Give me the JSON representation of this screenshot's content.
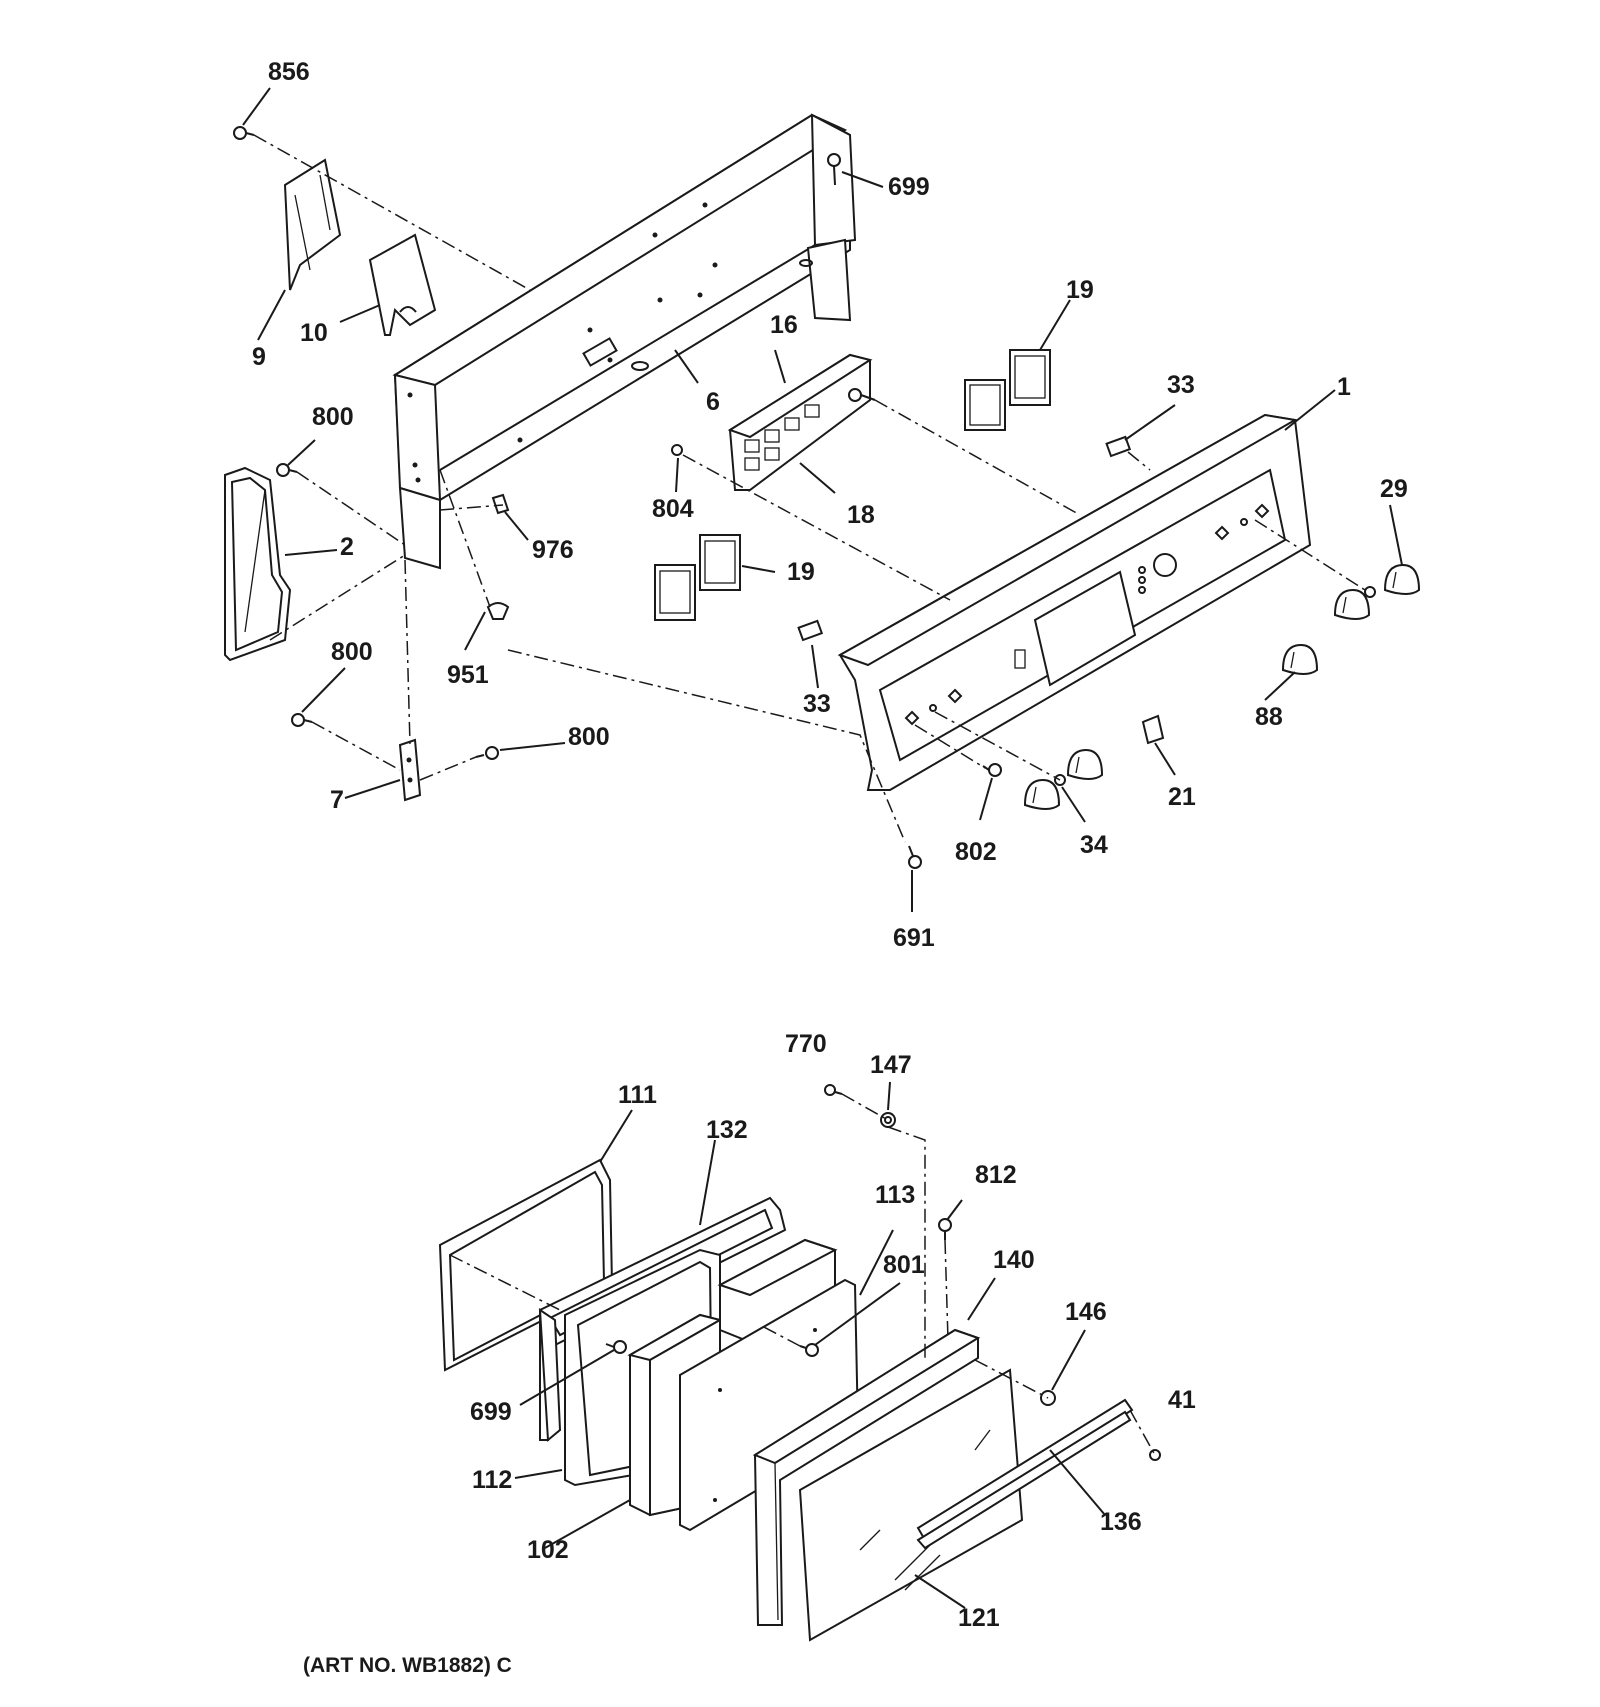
{
  "diagram": {
    "upper_labels": [
      "856",
      "699",
      "19",
      "33",
      "1",
      "29",
      "16",
      "6",
      "9",
      "10",
      "800",
      "804",
      "18",
      "2",
      "976",
      "19",
      "951",
      "800",
      "33",
      "88",
      "800",
      "7",
      "21",
      "802",
      "34",
      "691"
    ],
    "lower_labels": [
      "770",
      "147",
      "111",
      "132",
      "812",
      "113",
      "801",
      "140",
      "146",
      "699",
      "41",
      "112",
      "136",
      "102",
      "121"
    ],
    "art_number": "(ART NO. WB1882) C"
  }
}
